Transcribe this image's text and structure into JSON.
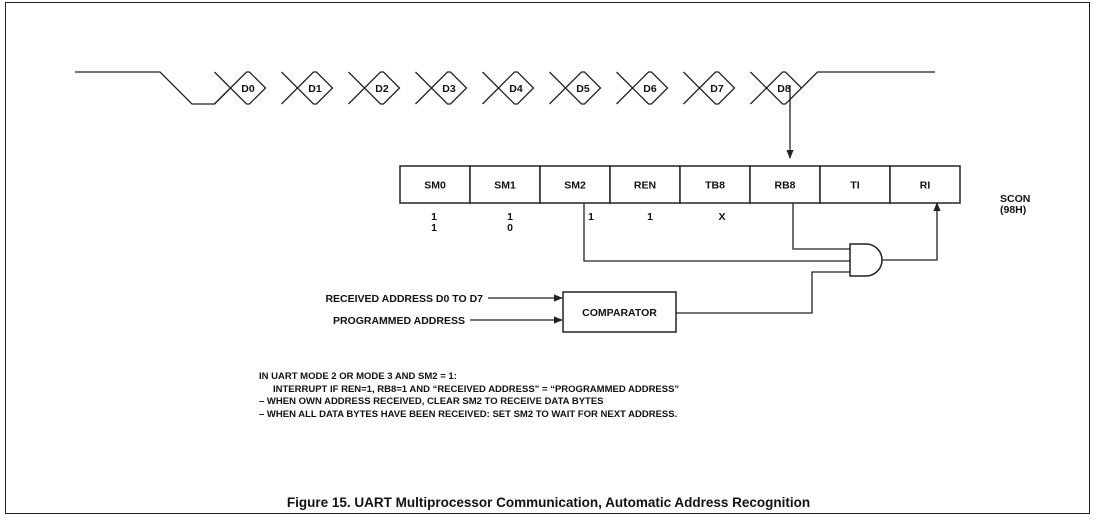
{
  "waveform": {
    "bits": [
      "D0",
      "D1",
      "D2",
      "D3",
      "D4",
      "D5",
      "D6",
      "D7",
      "D8"
    ]
  },
  "register": {
    "bits": [
      "SM0",
      "SM1",
      "SM2",
      "REN",
      "TB8",
      "RB8",
      "TI",
      "RI"
    ],
    "name": "SCON",
    "address": "(98H)",
    "values_row1": [
      "1",
      "1",
      "1",
      "1",
      "X"
    ],
    "values_row2": [
      "1",
      "0"
    ]
  },
  "inputs": {
    "received_address": "RECEIVED ADDRESS D0 TO D7",
    "programmed_address": "PROGRAMMED ADDRESS"
  },
  "comparator": {
    "label": "COMPARATOR"
  },
  "notes": [
    "IN UART MODE 2 OR MODE 3 AND SM2 = 1:",
    "INTERRUPT IF REN=1, RB8=1 AND “RECEIVED ADDRESS” = “PROGRAMMED ADDRESS”",
    "– WHEN OWN ADDRESS RECEIVED,  CLEAR SM2 TO RECEIVE DATA BYTES",
    "– WHEN ALL DATA BYTES HAVE BEEN RECEIVED: SET SM2 TO WAIT FOR NEXT ADDRESS."
  ],
  "caption": "Figure 15.  UART Multiprocessor Communication, Automatic Address Recognition"
}
